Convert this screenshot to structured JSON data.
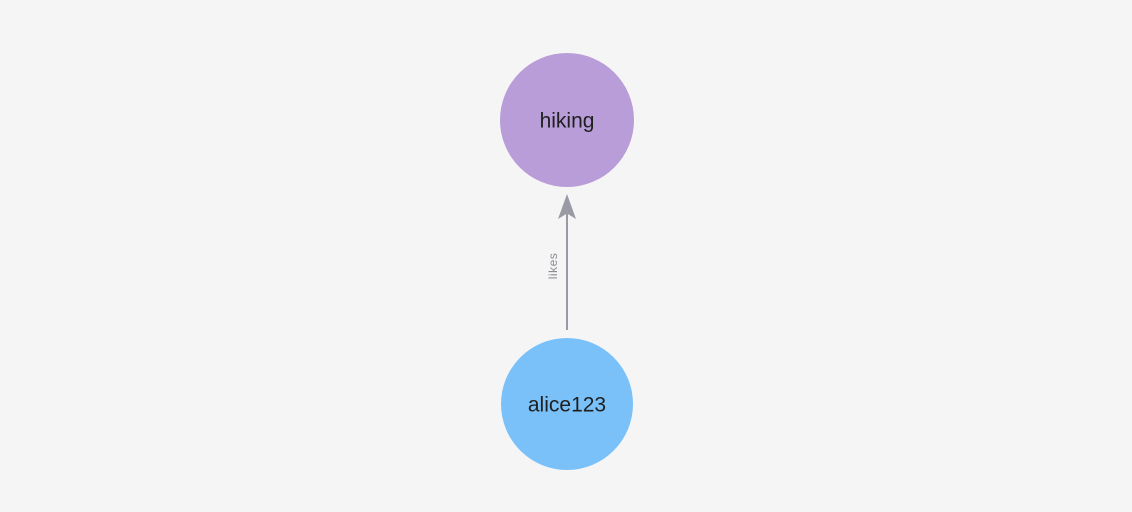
{
  "canvas": {
    "background_color": "#f5f5f6",
    "width": "1132",
    "height": "512"
  },
  "graph": {
    "nodes": [
      {
        "id": "hiking",
        "label": "hiking",
        "color": "#b89dd8",
        "label_color": "#1f1f1f"
      },
      {
        "id": "alice123",
        "label": "alice123",
        "color": "#7ac1f9",
        "label_color": "#1f1f1f"
      }
    ],
    "edges": [
      {
        "from": "alice123",
        "to": "hiking",
        "label": "likes",
        "line_color": "#9a9aa5",
        "label_color": "#8c8c94"
      }
    ]
  }
}
